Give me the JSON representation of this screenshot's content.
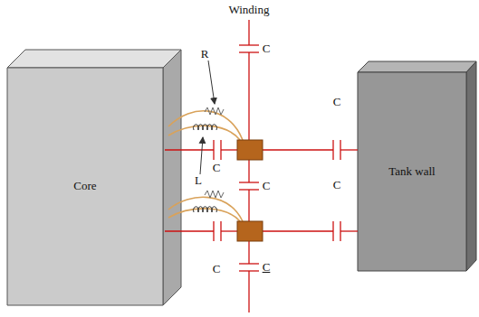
{
  "diagram": {
    "nodes": [
      {
        "text": [
          "Core"
        ]
      },
      {
        "text": [
          "Tank wall"
        ]
      }
    ],
    "labels": [
      "Winding",
      "R",
      "C",
      "C",
      "C",
      "L",
      "C",
      "C",
      "C",
      "C"
    ]
  }
}
